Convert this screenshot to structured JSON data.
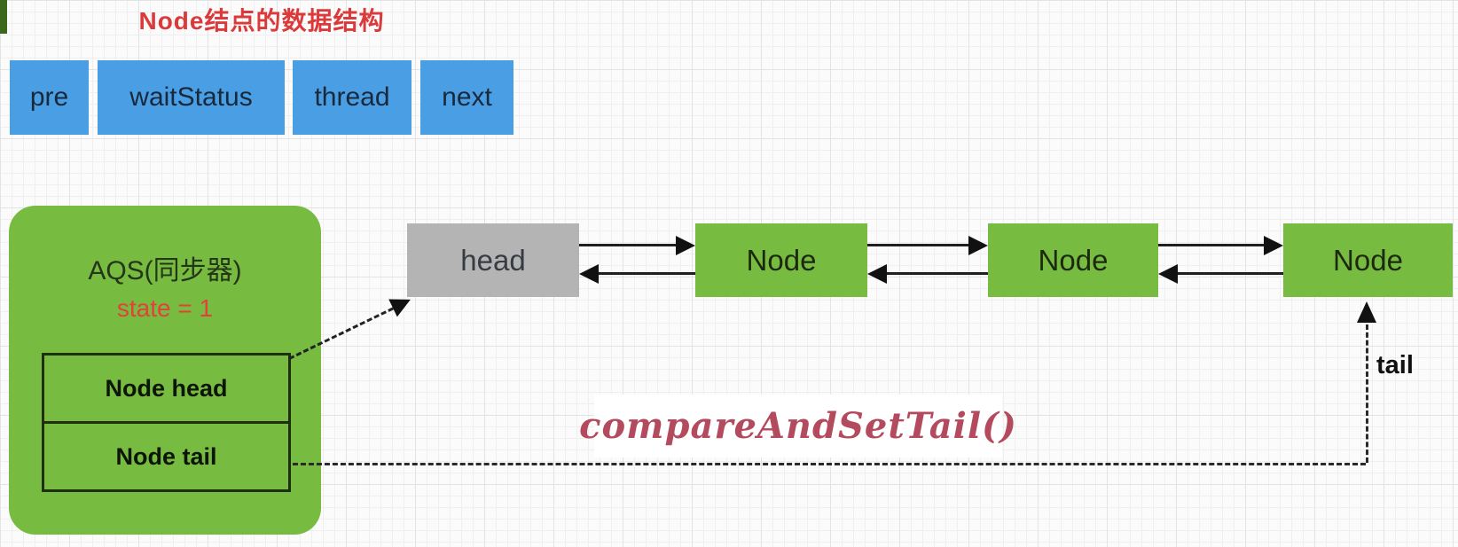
{
  "title": {
    "text": "Node结点的数据结构"
  },
  "node_struct_fields": [
    {
      "label": "pre"
    },
    {
      "label": "waitStatus"
    },
    {
      "label": "thread"
    },
    {
      "label": "next"
    }
  ],
  "aqs": {
    "title": "AQS(同步器)",
    "state": "state = 1",
    "slots": [
      {
        "label": "Node head"
      },
      {
        "label": "Node tail"
      }
    ]
  },
  "list": {
    "head_label": "head",
    "nodes": [
      {
        "label": "Node"
      },
      {
        "label": "Node"
      },
      {
        "label": "Node"
      }
    ],
    "tail_label": "tail"
  },
  "annotation": {
    "text": "compareAndSetTail()"
  },
  "colors": {
    "field_blue": "#4a9ee4",
    "node_green": "#77bb41",
    "head_gray": "#b4b4b4",
    "title_red": "#dc3a3a",
    "state_red": "#e2423b",
    "annotation_maroon": "#b34a5e",
    "arrow_black": "#111111"
  }
}
